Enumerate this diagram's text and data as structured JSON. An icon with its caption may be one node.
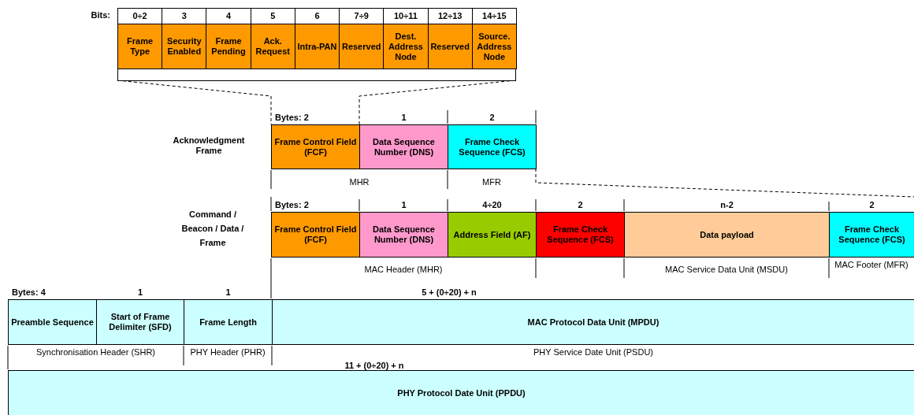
{
  "diagram": {
    "nodes": [
      {
        "text": [],
        "shape": "box"
      },
      {
        "text": [
          "0÷2"
        ],
        "in": 0
      },
      {
        "text": [
          "3"
        ],
        "in": 0
      },
      {
        "text": [
          "4"
        ],
        "in": 0
      },
      {
        "text": [
          "5"
        ],
        "in": 0
      },
      {
        "text": [
          "6"
        ],
        "in": 0
      },
      {
        "text": [
          "7÷9"
        ],
        "in": 0
      },
      {
        "text": [
          "10÷11"
        ],
        "in": 0
      },
      {
        "text": [
          "12÷13"
        ],
        "in": 0
      },
      {
        "text": [
          "14÷15"
        ],
        "in": 0
      },
      {
        "text": [
          "Frame Type"
        ],
        "in": 0
      },
      {
        "text": [
          "Security Enabled"
        ],
        "in": 0
      },
      {
        "text": [
          "Frame Pending"
        ],
        "in": 0
      },
      {
        "text": [
          "Ack. Request"
        ],
        "in": 0
      },
      {
        "text": [
          "Intra-PAN"
        ],
        "in": 0
      },
      {
        "text": [
          "Reserved"
        ],
        "in": 0
      },
      {
        "text": [
          "Dest. Address Node"
        ],
        "in": 0
      },
      {
        "text": [
          "Reserved"
        ],
        "in": 0
      },
      {
        "text": [
          "Source. Address Node"
        ],
        "in": 0
      },
      {
        "text": [
          "Frame Control Field (FCF)"
        ],
        "beside": [
          "Bytes: 2"
        ]
      },
      {
        "text": [
          "Data Sequence Number (DNS)"
        ],
        "beside": [
          "1"
        ]
      },
      {
        "text": [
          "Frame Check Sequence (FCS)"
        ],
        "beside": [
          "2"
        ]
      },
      {
        "text": [
          "Frame Control Field (FCF)"
        ],
        "beside": [
          "Bytes: 2"
        ]
      },
      {
        "text": [
          "Data Sequence Number (DNS)"
        ],
        "beside": [
          "1"
        ]
      },
      {
        "text": [
          "Address Field (AF)"
        ],
        "beside": [
          "4÷20"
        ]
      },
      {
        "text": [
          "Frame Check Sequence (FCS)"
        ],
        "beside": [
          "2"
        ]
      },
      {
        "text": [
          "Data payload"
        ],
        "beside": [
          "n-2"
        ]
      },
      {
        "text": [
          "Frame Check Sequence (FCS)"
        ],
        "beside": [
          "2"
        ]
      },
      {
        "text": [
          "Preamble Sequence"
        ],
        "beside": [
          "Bytes: 4"
        ]
      },
      {
        "text": [
          "Start of Frame Delimiter (SFD)"
        ],
        "beside": [
          "1"
        ]
      },
      {
        "text": [
          "Frame Length"
        ],
        "beside": [
          "1"
        ]
      },
      {
        "text": [
          "MAC Protocol Data Unit (MPDU)"
        ],
        "beside": [
          "5 + (0÷20) + n"
        ]
      },
      {
        "text": [
          "PHY Protocol Date Unit (PPDU)"
        ]
      }
    ],
    "edges": [
      {
        "from": 0,
        "to": 19,
        "arrow": "none",
        "style": "dashed"
      },
      {
        "from": 0,
        "to": 19,
        "arrow": "none",
        "style": "dashed"
      },
      {
        "from": 21,
        "to": null,
        "arrow": "none",
        "style": "dashed"
      }
    ],
    "labels": [
      "Bits:",
      "Acknowledgment Frame",
      "MHR",
      "MFR",
      "Command / Beacon / Data / Frame",
      "MAC Header (MHR)",
      "MAC Service Data Unit (MSDU)",
      "MAC Footer (MFR)",
      "Synchronisation Header (SHR)",
      "PHY Header (PHR)",
      "PHY Service Date Unit (PSDU)",
      "11 + (0÷20) + n"
    ]
  }
}
